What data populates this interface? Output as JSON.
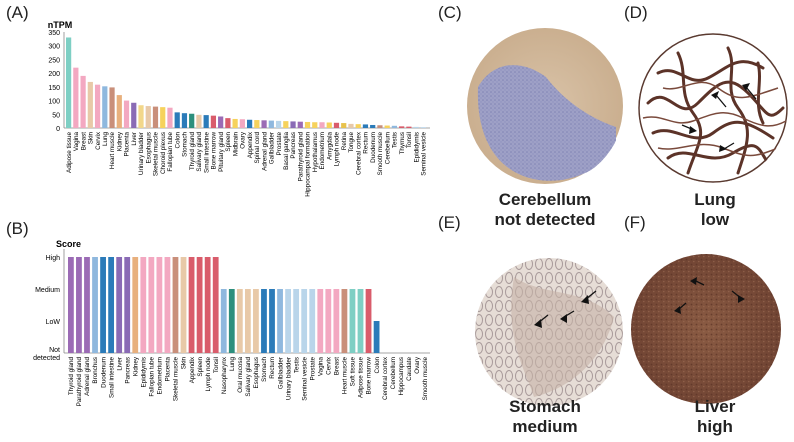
{
  "panels": {
    "A": "(A)",
    "B": "(B)",
    "C": "(C)",
    "D": "(D)",
    "E": "(E)",
    "F": "(F)"
  },
  "captions": {
    "C": [
      "Cerebellum",
      "not detected"
    ],
    "D": [
      "Lung",
      "low"
    ],
    "E": [
      "Stomach",
      "medium"
    ],
    "F": [
      "Liver",
      "high"
    ]
  },
  "chart_data": [
    {
      "type": "bar",
      "ylabel": "nTPM",
      "ylim": [
        0,
        350
      ],
      "yticks": [
        0,
        50,
        100,
        150,
        200,
        250,
        300,
        350
      ],
      "grid": false,
      "categories": [
        "Adipose tissue",
        "Vagina",
        "Breast",
        "Skin",
        "Cervix",
        "Lung",
        "Heart muscle",
        "Kidney",
        "Placenta",
        "Liver",
        "Urinary bladder",
        "Esophagus",
        "Skeletal muscle",
        "Choroid plexus",
        "Fallopian tube",
        "Colon",
        "Stomach",
        "Thyroid gland",
        "Salivary gland",
        "Small intestine",
        "Bone marrow",
        "Pituitary gland",
        "Spleen",
        "Midbrain",
        "Ovary",
        "Appendix",
        "Spinal cord",
        "Adrenal gland",
        "Gallbladder",
        "Prostate",
        "Basal ganglia",
        "Pancreas",
        "Parathyroid gland",
        "Hippocampal formation",
        "Hypothalamus",
        "Endometrium",
        "Amygdala",
        "Lymph node",
        "Retina",
        "Tongue",
        "Cerebral cortex",
        "Rectum",
        "Duodenum",
        "Smooth muscle",
        "Cerebellum",
        "Testis",
        "Thymus",
        "Tonsil",
        "Epididymis",
        "Seminal vesicle"
      ],
      "values": [
        330,
        220,
        190,
        168,
        158,
        152,
        148,
        120,
        100,
        92,
        83,
        80,
        78,
        76,
        74,
        57,
        54,
        52,
        48,
        47,
        45,
        42,
        36,
        33,
        32,
        30,
        29,
        28,
        27,
        26,
        25,
        24,
        23,
        22,
        21,
        21,
        20,
        19,
        18,
        15,
        14,
        13,
        11,
        10,
        9,
        8,
        6,
        5,
        4,
        3
      ],
      "colors": [
        "#7ecfc4",
        "#f3a8c1",
        "#f3a8c1",
        "#e8c9a8",
        "#f3a8c1",
        "#8fb8de",
        "#c98f7a",
        "#e8b07d",
        "#f3a8c1",
        "#8a6bb5",
        "#f2d78a",
        "#e8c9a8",
        "#c98f7a",
        "#f6d25c",
        "#f3a8c1",
        "#2b7bb9",
        "#2b7bb9",
        "#2d8f7d",
        "#e8c9a8",
        "#2b7bb9",
        "#d95c6b",
        "#9b6bb5",
        "#d95c6b",
        "#f6d25c",
        "#f3a8c1",
        "#2b7bb9",
        "#f6d25c",
        "#9b6bb5",
        "#8fb8de",
        "#b9d5ea",
        "#f6d25c",
        "#8a6bb5",
        "#9b6bb5",
        "#f6d25c",
        "#f6d25c",
        "#f3a8c1",
        "#f6d25c",
        "#d95c6b",
        "#e8c24c",
        "#e8c9a8",
        "#f6d25c",
        "#2b7bb9",
        "#2b7bb9",
        "#c98f7a",
        "#f6d25c",
        "#8fb8de",
        "#d95c6b",
        "#d95c6b",
        "#b9d5ea",
        "#b9d5ea"
      ]
    },
    {
      "type": "bar",
      "ylabel": "Score",
      "levels": [
        "Not detected",
        "Low",
        "Medium",
        "High"
      ],
      "level_labels": [
        "Not\ndetected",
        "LoW",
        "Medium",
        "High"
      ],
      "categories": [
        "Thyroid gland",
        "Parathyroid gland",
        "Adrenal gland",
        "Bronchus",
        "Duodenum",
        "Small intestine",
        "Liver",
        "Pancreas",
        "Kidney",
        "Epididymis",
        "Fallopian tube",
        "Endometrium",
        "Placenta",
        "Skeletal muscle",
        "Skin",
        "Appendix",
        "Spleen",
        "Lymph node",
        "Tonsil",
        "Nasopharynx",
        "Lung",
        "Oral mucosa",
        "Salivary gland",
        "Esophagus",
        "Stomach",
        "Rectum",
        "Gallbladder",
        "Urinary bladder",
        "Testis",
        "Seminal vesicle",
        "Prostate",
        "Vagina",
        "Cervix",
        "Breast",
        "Heart muscle",
        "Soft tissue",
        "Adipose tissue",
        "Bone marrow",
        "Colon",
        "Cerebral cortex",
        "Cerebellum",
        "Hippocampus",
        "Caudate",
        "Ovary",
        "Smooth muscle"
      ],
      "values": [
        3,
        3,
        3,
        3,
        3,
        3,
        3,
        3,
        3,
        3,
        3,
        3,
        3,
        3,
        3,
        3,
        3,
        3,
        3,
        2,
        2,
        2,
        2,
        2,
        2,
        2,
        2,
        2,
        2,
        2,
        2,
        2,
        2,
        2,
        2,
        2,
        2,
        2,
        1,
        0,
        0,
        0,
        0,
        0,
        0
      ],
      "colors": [
        "#9b6bb5",
        "#9b6bb5",
        "#9b6bb5",
        "#8fb8de",
        "#2b7bb9",
        "#2b7bb9",
        "#8a6bb5",
        "#8a6bb5",
        "#e8b07d",
        "#f3a8c1",
        "#f3a8c1",
        "#f3a8c1",
        "#f3a8c1",
        "#c98f7a",
        "#e8c9a8",
        "#d95c6b",
        "#d95c6b",
        "#d95c6b",
        "#d95c6b",
        "#8fb8de",
        "#2d8f7d",
        "#e8c9a8",
        "#e8c9a8",
        "#e8c9a8",
        "#2b7bb9",
        "#2b7bb9",
        "#8fb8de",
        "#b9d5ea",
        "#b9d5ea",
        "#b9d5ea",
        "#b9d5ea",
        "#f3a8c1",
        "#f3a8c1",
        "#f3a8c1",
        "#c98f7a",
        "#7ecfc4",
        "#7ecfc4",
        "#d95c6b",
        "#2b7bb9",
        "#ffffff",
        "#ffffff",
        "#ffffff",
        "#ffffff",
        "#ffffff",
        "#ffffff"
      ]
    }
  ]
}
